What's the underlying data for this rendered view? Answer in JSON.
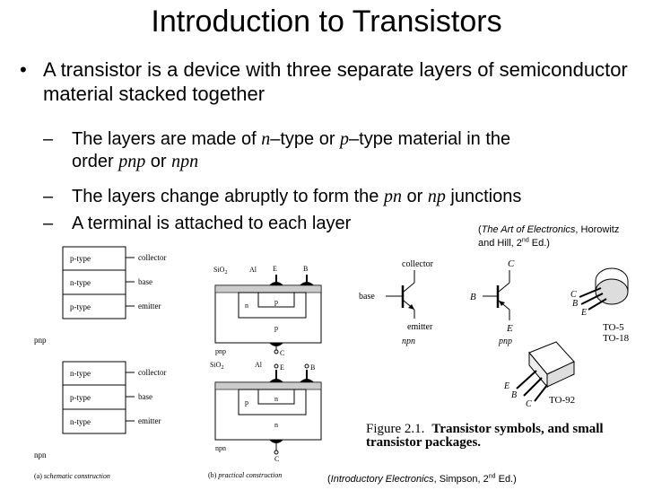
{
  "slide": {
    "title": "Introduction to Transistors",
    "bullet_main": "A transistor is a device with three separate layers of semiconductor material stacked together",
    "sub1": {
      "a": "The layers are made of ",
      "n": "n",
      "b": "–type or ",
      "p": "p",
      "c": "–type material in the",
      "d": "order ",
      "pnp": "pnp",
      "e": " or ",
      "npn": "npn"
    },
    "sub2": {
      "a": "The layers change abruptly to form the ",
      "pn": "pn",
      "b": " or ",
      "np": "np",
      "c": " junctions"
    },
    "sub3": "A terminal is attached to each layer",
    "cite1": {
      "open": "(",
      "book": "The Art of Electronics",
      "rest": ", Horowitz",
      "line2a": "and Hill, 2",
      "sup": "nd",
      "line2b": " Ed.)"
    },
    "cite2": {
      "open": "(",
      "book": "Introductory Electronics",
      "rest": ", Simpson, 2",
      "sup": "nd",
      "end": " Ed.)"
    }
  },
  "fig_left": {
    "pnp_layers": [
      "p-type",
      "n-type",
      "p-type"
    ],
    "npn_layers": [
      "n-type",
      "p-type",
      "n-type"
    ],
    "terminals": [
      "collector",
      "base",
      "emitter"
    ],
    "pnp_label": "pnp",
    "npn_label": "npn",
    "caption_a": "(a) ",
    "caption_a_it": "schematic construction",
    "caption_b": "(b) ",
    "caption_b_it": "practical construction"
  },
  "fig_mid": {
    "sio2": "SiO",
    "sio2_sub": "2",
    "al": "Al",
    "e": "E",
    "b": "B",
    "c": "C",
    "top_regions": [
      "n",
      "p",
      "p"
    ],
    "bot_regions": [
      "p",
      "n",
      "n"
    ],
    "pnp": "pnp",
    "npn": "npn"
  },
  "fig_right": {
    "collector": "collector",
    "base": "base",
    "emitter": "emitter",
    "npn": "npn",
    "pnp": "pnp",
    "C": "C",
    "B": "B",
    "E": "E",
    "to5": "TO-5",
    "to18": "TO-18",
    "to92": "TO-92",
    "fig_caption_num": "Figure 2.1.",
    "fig_caption_text": "Transistor symbols, and small",
    "fig_caption_text2": "transistor packages."
  }
}
